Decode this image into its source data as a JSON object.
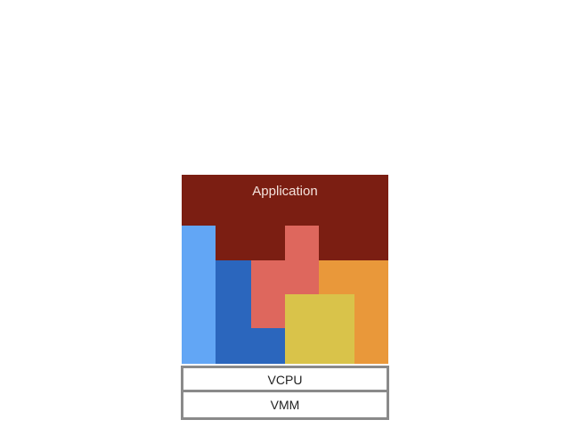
{
  "diagram": {
    "application": {
      "label": "Application",
      "color": "#7b1e12",
      "label_color": "#f4e2dc"
    },
    "blocks": [
      {
        "name": "light-blue",
        "color": "#62a6f5"
      },
      {
        "name": "dark-blue",
        "color": "#2b66bd"
      },
      {
        "name": "red",
        "color": "#de675d"
      },
      {
        "name": "orange",
        "color": "#e9983a"
      },
      {
        "name": "yellow",
        "color": "#d9c34a"
      }
    ],
    "layers": {
      "vcpu": "VCPU",
      "vmm": "VMM",
      "border_color": "#8a8a8a"
    }
  }
}
